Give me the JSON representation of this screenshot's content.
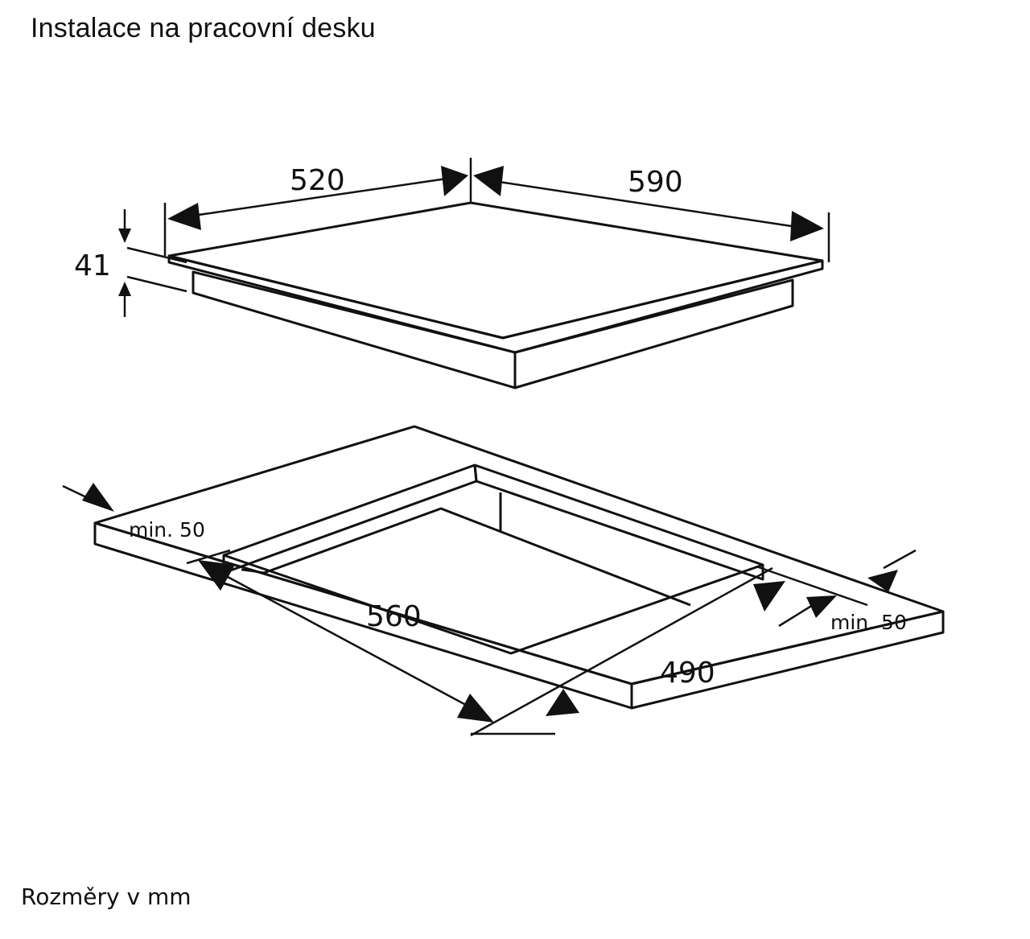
{
  "header": {
    "title": "Instalace na pracovní desku"
  },
  "hob": {
    "depth_label": "520",
    "width_label": "590",
    "height_label": "41"
  },
  "cutout": {
    "width_label": "560",
    "depth_label": "490",
    "margin_left_label": "min. 50",
    "margin_right_label": "min. 50"
  },
  "footer": {
    "note": "Rozměry v mm"
  },
  "colors": {
    "line": "#111111",
    "countertop": "#e3e3e3",
    "hob_glass_light": "#ffffff",
    "hob_glass_dark": "#b0b0b0"
  }
}
